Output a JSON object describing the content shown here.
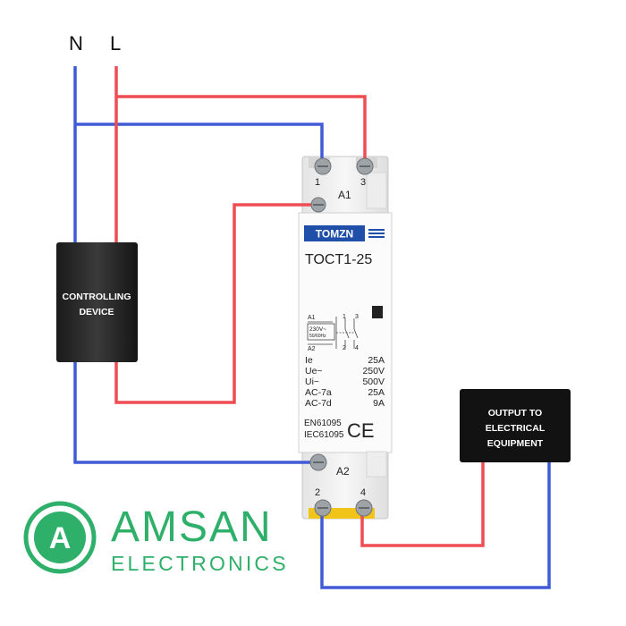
{
  "terminals": {
    "neutral": "N",
    "line": "L"
  },
  "controlling_device": {
    "line1": "CONTROLLING",
    "line2": "DEVICE"
  },
  "output_box": {
    "line1": "OUTPUT TO",
    "line2": "ELECTRICAL",
    "line3": "EQUIPMENT"
  },
  "contactor": {
    "brand": "TOMZN",
    "model": "TOCT1-25",
    "top_terminals": [
      "1",
      "3"
    ],
    "bottom_terminals": [
      "2",
      "4"
    ],
    "coil_top": "A1",
    "coil_bottom": "A2",
    "schematic": {
      "a1": "A1",
      "a2": "A2",
      "coil": "230V~",
      "freq": "50/60Hz",
      "t1": "1",
      "t3": "3",
      "t2": "2",
      "t4": "4"
    },
    "specs": [
      {
        "label": "Ie",
        "value": "25A"
      },
      {
        "label": "Ue~",
        "value": "250V"
      },
      {
        "label": "Ui~",
        "value": "500V"
      },
      {
        "label": "AC-7a",
        "value": "25A"
      },
      {
        "label": "AC-7d",
        "value": "9A"
      }
    ],
    "standards": [
      "EN61095",
      "IEC61095"
    ],
    "ce": "CE"
  },
  "logo": {
    "mark": "A",
    "name": "AMSAN",
    "tagline": "ELECTRONICS"
  },
  "colors": {
    "neutral_wire": "#3f5bd6",
    "line_wire": "#ee4d52",
    "logo": "#2fb06a",
    "box": "#111111"
  }
}
